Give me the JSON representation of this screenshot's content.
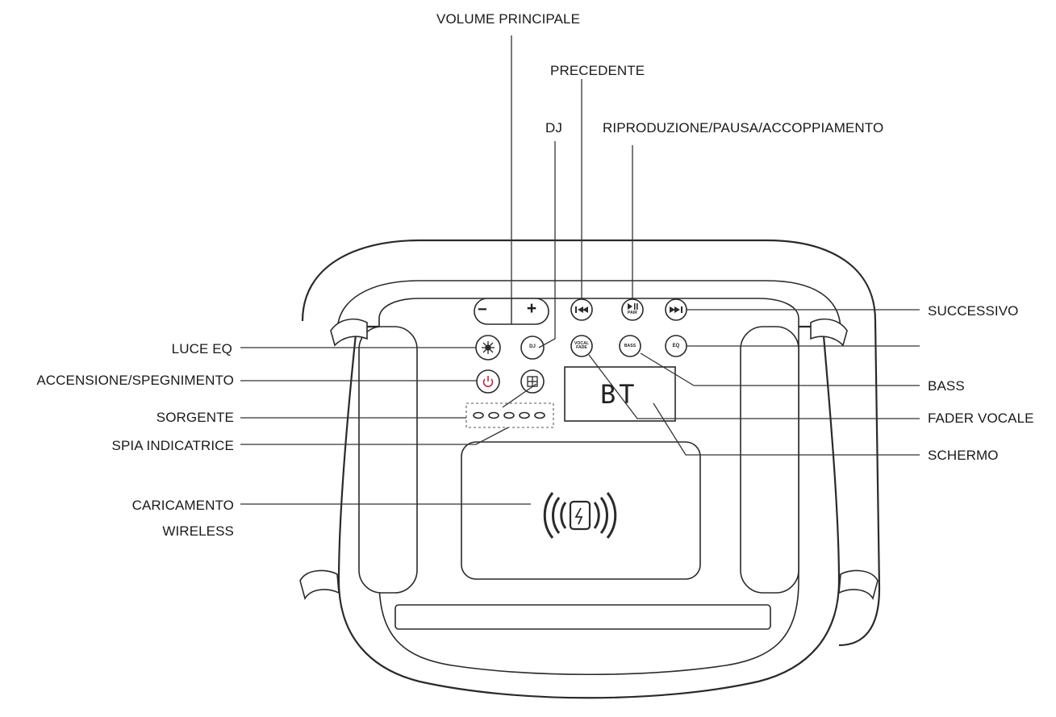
{
  "labels": {
    "volume_principale": "VOLUME PRINCIPALE",
    "precedente": "PRECEDENTE",
    "dj": "DJ",
    "riproduzione": "RIPRODUZIONE/PAUSA/ACCOPPIAMENTO",
    "successivo": "SUCCESSIVO",
    "luce_eq": "LUCE  EQ",
    "accensione": "ACCENSIONE/SPEGNIMENTO",
    "sorgente": "SORGENTE",
    "spia": "SPIA INDICATRICE",
    "caricamento": "CARICAMENTO",
    "wireless": "WIRELESS",
    "bass": "BASS",
    "fader_vocale": "FADER VOCALE",
    "schermo": "SCHERMO"
  },
  "display": {
    "text": "BT"
  },
  "buttons": {
    "volume_minus": "−",
    "volume_plus": "+",
    "play_pause_small": "PAIR",
    "dj_small": "DJ",
    "vocal_small": "VOCAL FADE",
    "bass_small": "BASS",
    "eq_small": "EQ"
  },
  "icons": {
    "previous": "previous-track-icon",
    "play_pause": "play-pause-icon",
    "next": "next-track-icon",
    "light": "sun-light-icon",
    "power": "power-icon",
    "source": "source-icon",
    "wireless_charging": "wireless-charging-icon"
  },
  "colors": {
    "power_icon": "#b0304a",
    "line": "#2a2a2a"
  }
}
